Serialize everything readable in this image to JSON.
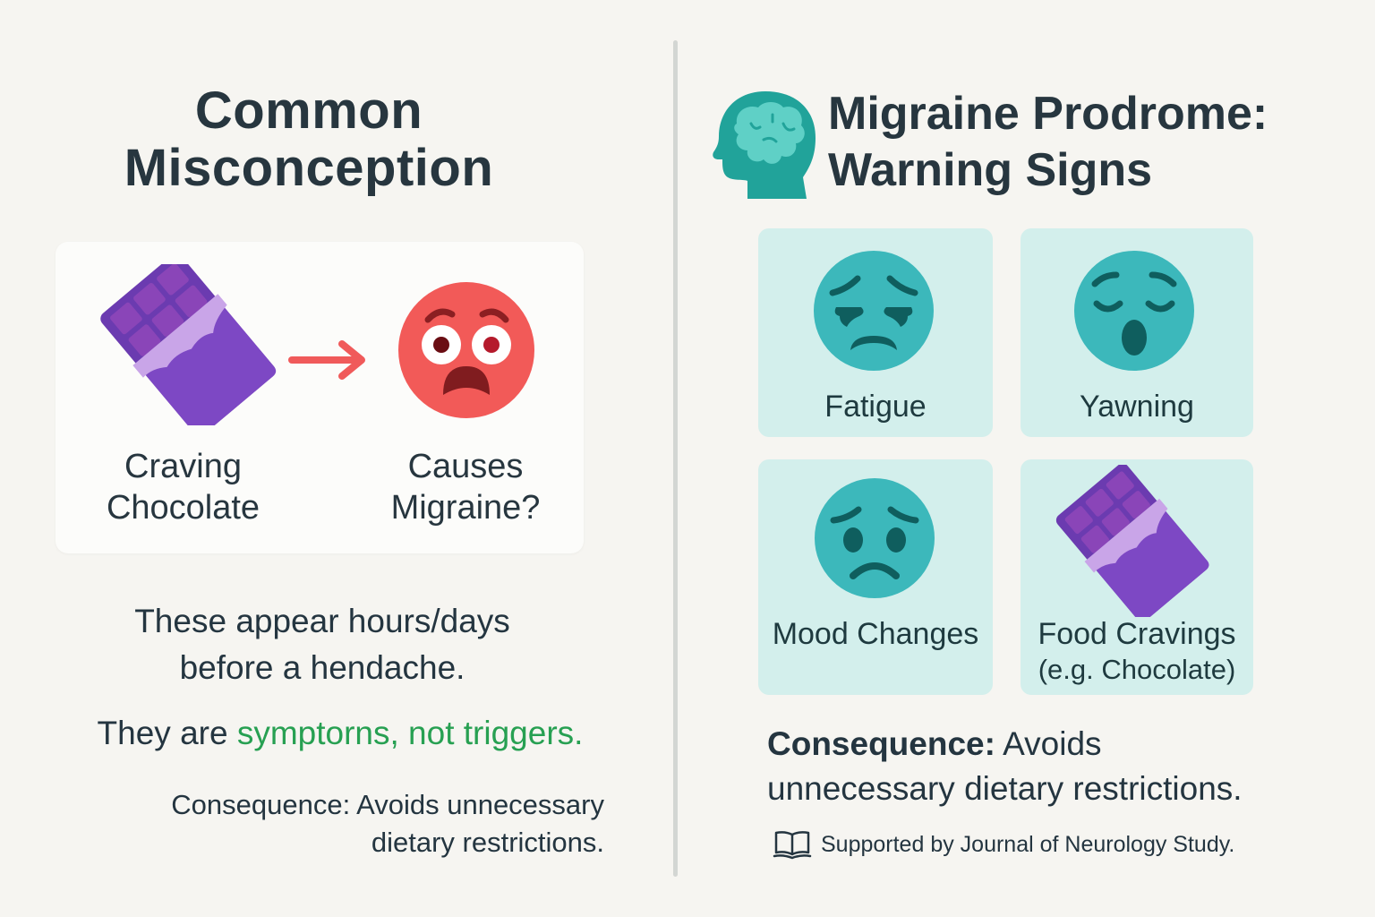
{
  "left_panel": {
    "title_line1": "Common",
    "title_line2": "Misconception",
    "card": {
      "from_label_line1": "Craving",
      "from_label_line2": "Chocolate",
      "to_label_line1": "Causes",
      "to_label_line2": "Migraine?",
      "from_icon": "chocolate-bar-icon",
      "arrow_icon": "arrow-right-icon",
      "to_icon": "shocked-face-icon"
    },
    "appear_line1": "These appear hours/days",
    "appear_line2": "before a hendache.",
    "symptoms_prefix": "They are ",
    "symptoms_highlight": "symptorns, not triggers.",
    "consequence_line1": "Consequence: Avoids unnecessary",
    "consequence_line2": "dietary restrictions."
  },
  "right_panel": {
    "header_icon": "head-brain-icon",
    "title_line1": "Migraine Prodrome:",
    "title_line2": "Warning Signs",
    "signs": [
      {
        "label": "Fatigue",
        "icon": "tired-face-icon"
      },
      {
        "label": "Yawning",
        "icon": "yawning-face-icon"
      },
      {
        "label": "Mood Changes",
        "icon": "worried-face-icon"
      },
      {
        "label": "Food Cravings",
        "sublabel": "(e.g. Chocolate)",
        "icon": "chocolate-bar-icon"
      }
    ],
    "consequence_bold": "Consequence:",
    "consequence_rest": " Avoids",
    "consequence_line2": "unnecessary dietary restrictions.",
    "citation_icon": "book-icon",
    "citation": "Supported by Journal of Neurology Study."
  },
  "colors": {
    "background": "#f6f5f1",
    "text": "#243540",
    "highlight_green": "#27a052",
    "teal": "#21a39a",
    "teal_face": "#3cb8bb",
    "teal_card": "#d3efec",
    "red_face": "#f25a58",
    "purple": "#7b45bd",
    "divider": "#d3d6d3"
  }
}
